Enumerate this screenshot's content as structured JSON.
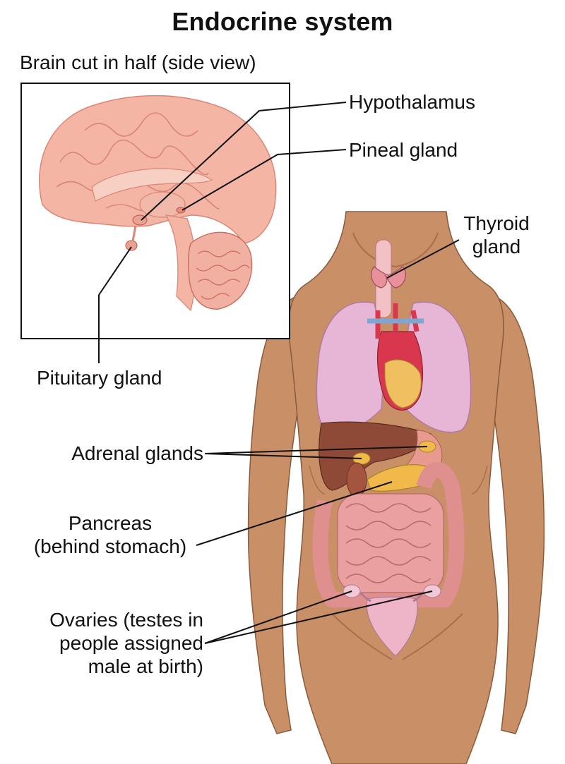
{
  "title": "Endocrine system",
  "inset_caption": "Brain cut in half (side view)",
  "labels": {
    "hypothalamus": "Hypothalamus",
    "pineal": "Pineal gland",
    "thyroid_line1": "Thyroid",
    "thyroid_line2": "gland",
    "pituitary": "Pituitary gland",
    "adrenal": "Adrenal glands",
    "pancreas_line1": "Pancreas",
    "pancreas_line2": "(behind stomach)",
    "ovaries_line1": "Ovaries (testes in",
    "ovaries_line2": "people assigned",
    "ovaries_line3": "male at birth)"
  },
  "colors": {
    "skin": "#c98f66",
    "skin_shadow": "#a86f4c",
    "brain": "#f4b5a5",
    "brain_line": "#d98676",
    "lung": "#e7b6d6",
    "liver": "#8e4a36",
    "intestine": "#eaa0a0",
    "pancreas": "#f0b94a",
    "heart": "#d9374d",
    "leader_line": "#111111"
  }
}
